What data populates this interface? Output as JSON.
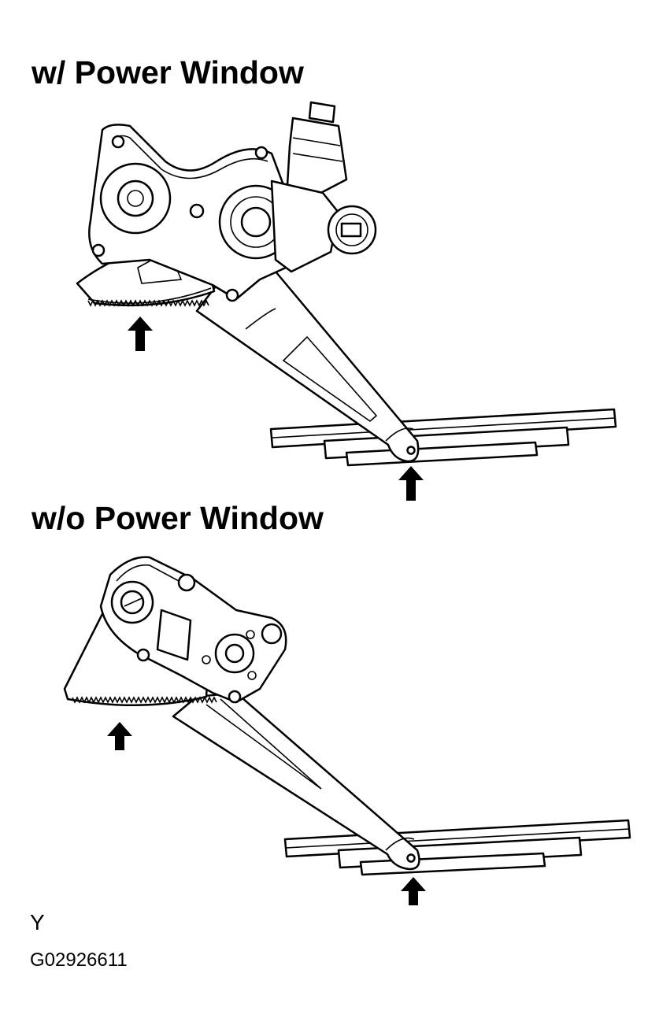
{
  "headings": {
    "with_power": "w/ Power Window",
    "without_power": "w/o Power Window"
  },
  "codes": {
    "letter": "Y",
    "figure_id": "G02926611"
  },
  "icons": [
    "arrow-up-icon",
    "window-regulator-motor",
    "window-regulator-manual"
  ]
}
